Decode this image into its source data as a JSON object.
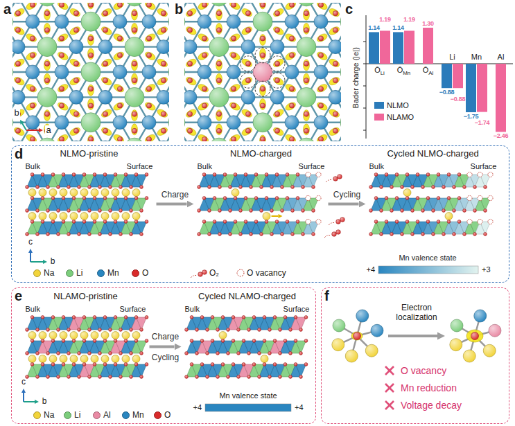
{
  "diagram": {
    "nodes": [
      {
        "text": [
          "d"
        ]
      },
      {
        "text": [
          "NLMO-pristine",
          "Bulk",
          "Surface"
        ],
        "in": 0
      },
      {
        "text": [
          "NLMO-charged",
          "Bulk",
          "Surface"
        ],
        "in": 0
      },
      {
        "text": [
          "Cycled NLMO-charged",
          "Bulk",
          "Surface"
        ],
        "in": 0
      },
      {
        "text": [
          "e"
        ]
      },
      {
        "text": [
          "NLAMO-pristine",
          "Bulk",
          "Surface"
        ],
        "in": 4
      },
      {
        "text": [
          "Cycled NLAMO-charged",
          "Bulk",
          "Surface"
        ],
        "in": 4
      },
      {
        "text": [
          "f"
        ]
      }
    ],
    "edges": [
      {
        "from": 1,
        "to": 2,
        "label": "Charge",
        "arrow": "to"
      },
      {
        "from": 2,
        "to": 3,
        "label": "Cycling",
        "arrow": "to"
      },
      {
        "from": 5,
        "to": 6,
        "label": "Charge Cycling",
        "arrow": "to"
      }
    ],
    "labels": [
      "a",
      "b",
      "a",
      "b",
      "c",
      "Bader charge (|e|)",
      "1.14",
      "1.19",
      "1.14",
      "1.19",
      "1.30",
      "−0.88",
      "−0.88",
      "−1.75",
      "−1.74",
      "−2.46",
      "ŌLi",
      "ŌMn",
      "ŌAl",
      "Li",
      "Mn",
      "Al",
      "c",
      "b",
      "Mn valence state",
      "+4",
      "+3",
      "c",
      "b",
      "Mn valence state",
      "+4",
      "+4",
      "Electron localization",
      "O vacancy",
      "Mn reduction",
      "Voltage decay"
    ],
    "legend": [
      {
        "text": "NLMO",
        "color": "#2b7bba"
      },
      {
        "text": "NLAMO",
        "color": "#f0679a"
      },
      {
        "text": "Na",
        "color": "#f2d43a"
      },
      {
        "text": "Li",
        "color": "#7ccd7c"
      },
      {
        "text": "Mn",
        "color": "#2a86c0"
      },
      {
        "text": "O",
        "color": "#d92b2b"
      },
      {
        "text": "O₂"
      },
      {
        "text": "O vacancy"
      },
      {
        "text": "Na",
        "color": "#f2d43a"
      },
      {
        "text": "Li",
        "color": "#7ccd7c"
      },
      {
        "text": "Al",
        "color": "#e98aa4"
      },
      {
        "text": "Mn",
        "color": "#2a86c0"
      },
      {
        "text": "O",
        "color": "#d92b2b"
      }
    ]
  }
}
